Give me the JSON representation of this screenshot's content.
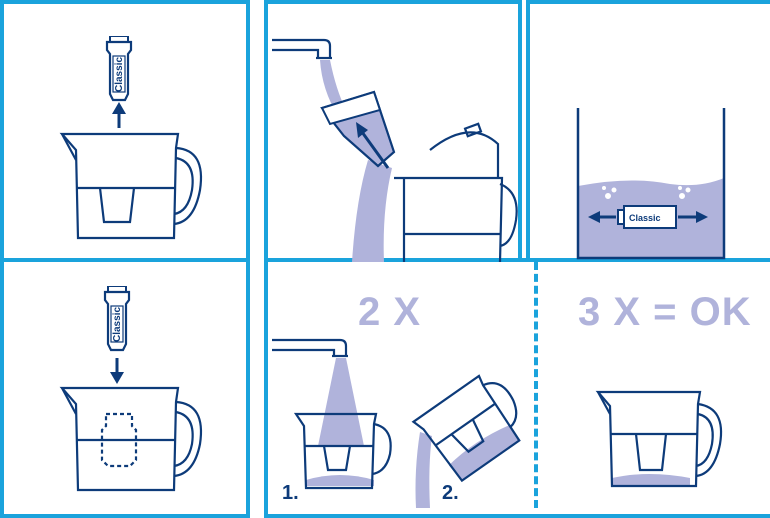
{
  "panels": {
    "top": [
      "remove-old-filter",
      "rinse-new-filter",
      "soak-filter"
    ],
    "bottom": [
      "insert-filter",
      "fill-and-discard",
      "ready"
    ]
  },
  "filter_label": "Classic",
  "captions": {
    "repeat_two": "2 X",
    "repeat_three": "3 X = OK"
  },
  "steps": {
    "first": "1.",
    "second": "2."
  },
  "colors": {
    "frame": "#1aa3dc",
    "line": "#0d3b7a",
    "water": "#b0b3db"
  }
}
